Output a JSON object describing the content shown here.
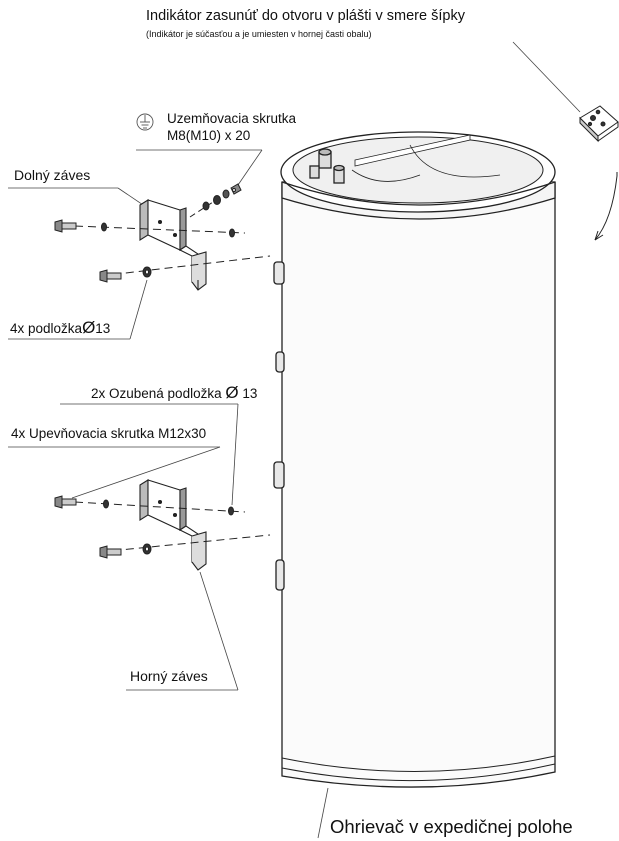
{
  "indicator": {
    "title": "Indikátor zasunúť do otvoru v plášti v smere šípky",
    "subtitle": "(Indikátor je súčasťou a je umiesten v hornej časti obalu)"
  },
  "grounding_screw": {
    "line1": "Uzemňovacia skrutka",
    "line2": "M8(M10) x 20",
    "icon": "ground-symbol-icon"
  },
  "lower_hinge": {
    "label": "Dolný záves"
  },
  "washer": {
    "label_prefix": "4x podložka",
    "diameter_symbol": "Ø",
    "size": "13"
  },
  "toothed_washer": {
    "label_prefix": "2x Ozubená podložka",
    "diameter_symbol": "Ø",
    "size": "13"
  },
  "mounting_screw": {
    "label": "4x Upevňovacia skrutka M12x30"
  },
  "upper_hinge": {
    "label": "Horný záves"
  },
  "heater": {
    "caption": "Ohrievač v expedičnej polohe"
  }
}
